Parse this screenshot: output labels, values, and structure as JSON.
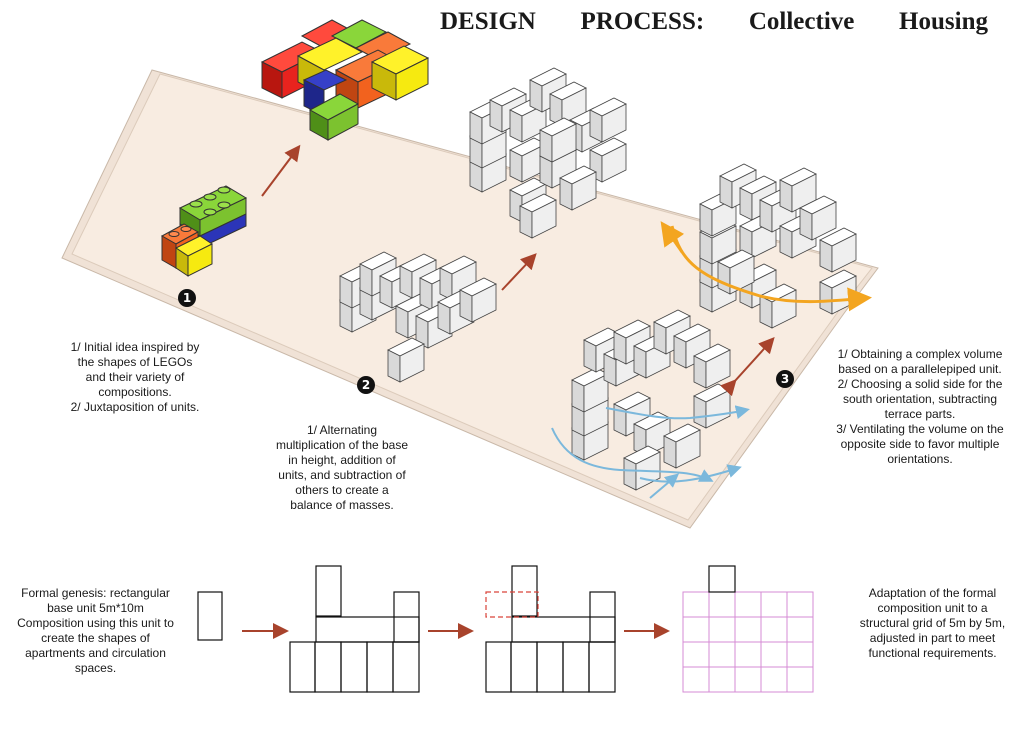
{
  "title": {
    "w1": "DESIGN",
    "w2": "PROCESS:",
    "w3": "Collective",
    "w4": "Housing"
  },
  "steps": [
    {
      "number": "1",
      "text": "1/ Initial idea inspired by\nthe shapes of LEGOs\nand their variety of\ncompositions.\n2/ Juxtaposition of units."
    },
    {
      "number": "2",
      "text": "1/ Alternating\nmultiplication of the base\nin height, addition of\nunits, and subtraction of\nothers to create a\nbalance of masses."
    },
    {
      "number": "3",
      "text": "1/ Obtaining a complex volume\nbased on a parallelepiped unit.\n2/ Choosing a solid side for the\nsouth orientation, subtracting\nterrace parts.\n3/ Ventilating the volume on the\nopposite side to favor multiple\norientations."
    }
  ],
  "genesis": {
    "left_text": "Formal genesis: rectangular\nbase unit 5m*10m\nComposition using this unit to\ncreate the shapes of\napartments and circulation\nspaces.",
    "right_text": "Adaptation of the formal\ncomposition unit to a\nstructural grid of 5m by 5m,\nadjusted in part to meet\nfunctional requirements."
  },
  "colors": {
    "base": "#f8ece1",
    "arrow": "#a8432c",
    "orange_flow": "#f3a520",
    "blue_flow": "#7bb8dc",
    "grid_pink": "#d68bd4",
    "lego_red": "#e8231e",
    "lego_green": "#7cc22f",
    "lego_yellow": "#f6ea10",
    "lego_orange": "#f2621e",
    "lego_blue": "#2b35b8"
  }
}
